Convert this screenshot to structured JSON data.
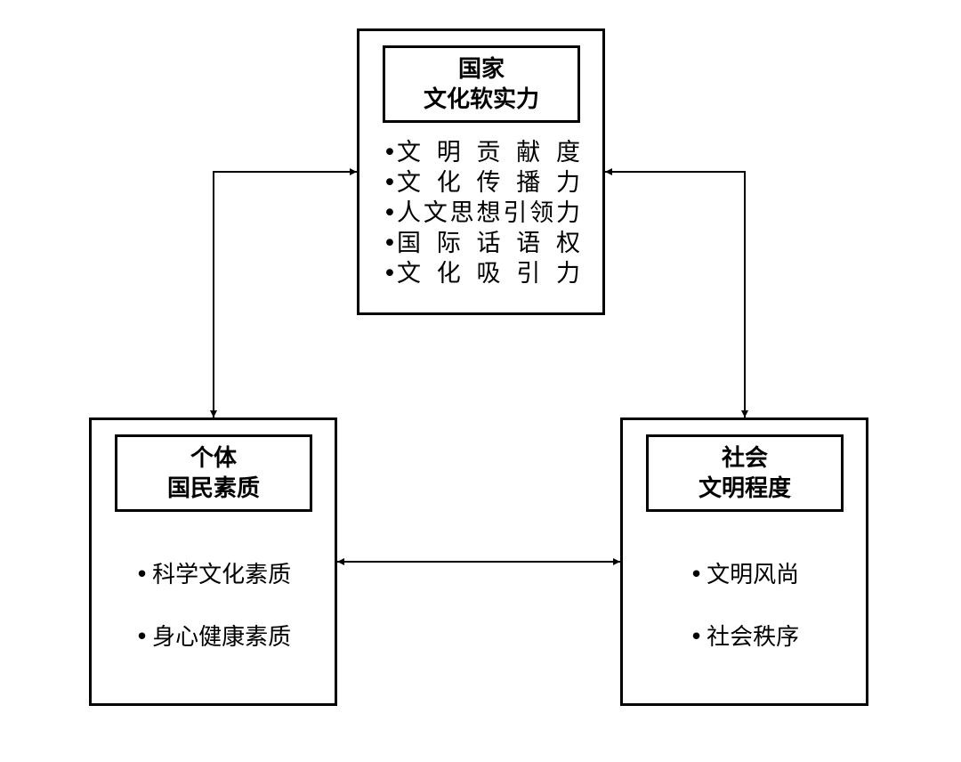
{
  "national": {
    "title_line1": "国家",
    "title_line2": "文化软实力",
    "items": [
      "文明贡献度",
      "文化传播力",
      "人文思想引领力",
      "国际话语权",
      "文化吸引力"
    ]
  },
  "individual": {
    "title_line1": "个体",
    "title_line2": "国民素质",
    "items": [
      "科学文化素质",
      "身心健康素质"
    ]
  },
  "society": {
    "title_line1": "社会",
    "title_line2": "文明程度",
    "items": [
      "文明风尚",
      "社会秩序"
    ]
  },
  "bullet": "•",
  "colors": {
    "line": "#000000",
    "background": "#ffffff"
  }
}
